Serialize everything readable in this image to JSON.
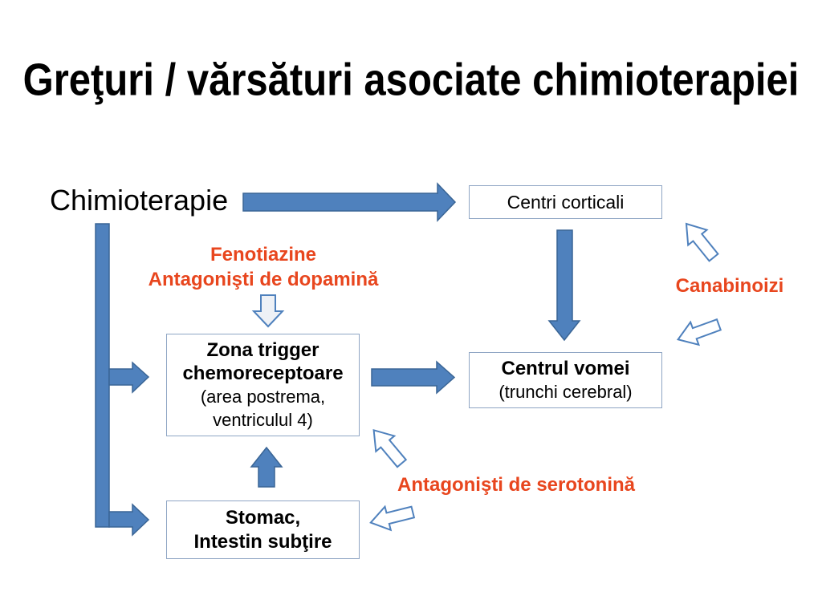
{
  "slide": {
    "title": "Greţuri / vărsături asociate chimioterapiei"
  },
  "nodes": {
    "chemotherapy": "Chimioterapie",
    "cortical_centers": "Centri corticali",
    "ctz": {
      "line1": "Zona trigger",
      "line2": "chemoreceptoare",
      "line3": "(area postrema,",
      "line4": "ventriculul 4)"
    },
    "vomiting_center": {
      "line1": "Centrul vomei",
      "line2": "(trunchi cerebral)"
    },
    "gut": {
      "line1": "Stomac,",
      "line2": "Intestin subţire"
    }
  },
  "drugs": {
    "phenothiazines": "Fenotiazine",
    "dopamine_antagonists": "Antagonişti de dopamină",
    "cannabinoids": "Canabinoizi",
    "serotonin_antagonists": "Antagonişti de serotonină"
  },
  "colors": {
    "arrow_fill": "#4F81BD",
    "arrow_stroke": "#3A6595",
    "label_red": "#E8461E",
    "box_border": "#8FA5C4",
    "hint_fill": "#EEF1F6"
  }
}
